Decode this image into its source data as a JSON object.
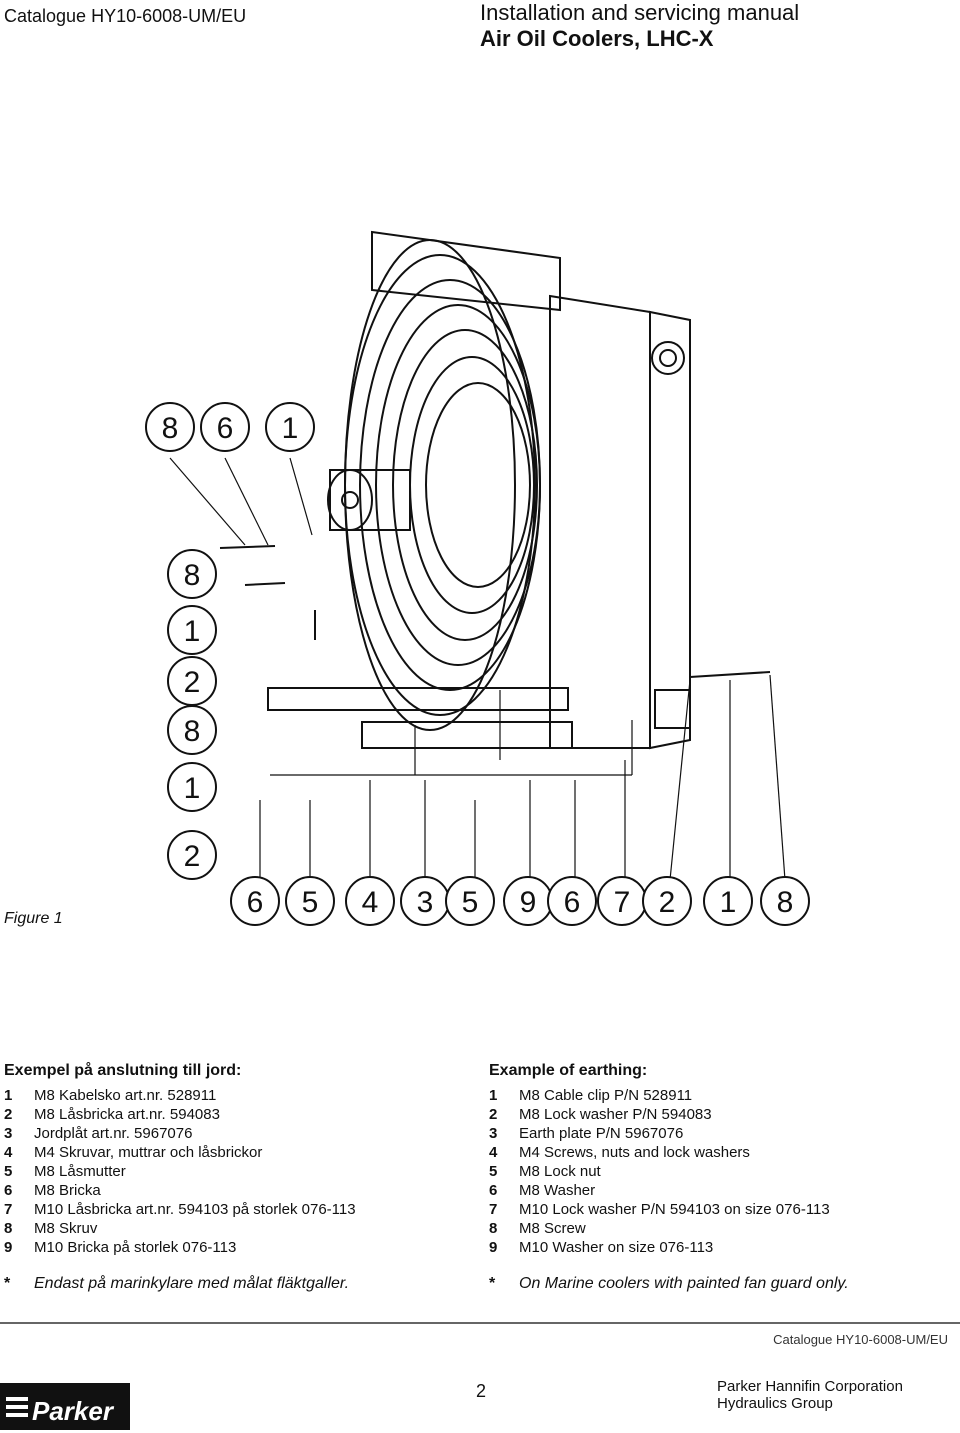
{
  "header": {
    "catalogue": "Catalogue HY10-6008-UM/EU",
    "manual_title": "Installation and servicing manual",
    "product": "Air Oil Coolers, LHC-X"
  },
  "figure": {
    "caption": "Figure 1",
    "left_callouts": [
      "8",
      "6",
      "1"
    ],
    "side_callouts": [
      "8",
      "1",
      "2",
      "8",
      "1",
      "2"
    ],
    "bottom_callouts": [
      "6",
      "5",
      "4",
      "3",
      "5",
      "9",
      "6",
      "7",
      "2",
      "1",
      "8"
    ]
  },
  "swedish": {
    "heading": "Exempel på anslutning till jord:",
    "items": [
      {
        "num": "1",
        "text": "M8 Kabelsko art.nr. 528911"
      },
      {
        "num": "2",
        "text": "M8 Låsbricka art.nr. 594083"
      },
      {
        "num": "3",
        "text": "Jordplåt art.nr. 5967076"
      },
      {
        "num": "4",
        "text": "M4 Skruvar, muttrar och låsbrickor"
      },
      {
        "num": "5",
        "text": "M8 Låsmutter"
      },
      {
        "num": "6",
        "text": "M8 Bricka"
      },
      {
        "num": "7",
        "text": "M10 Låsbricka art.nr. 594103 på storlek 076-113"
      },
      {
        "num": "8",
        "text": "M8 Skruv"
      },
      {
        "num": "9",
        "text": "M10 Bricka på storlek 076-113"
      }
    ],
    "note_star": "*",
    "note": "Endast på marinkylare med målat fläktgaller."
  },
  "english": {
    "heading": "Example of earthing:",
    "items": [
      {
        "num": "1",
        "text": "M8 Cable clip P/N 528911"
      },
      {
        "num": "2",
        "text": "M8 Lock washer P/N 594083"
      },
      {
        "num": "3",
        "text": "Earth plate P/N 5967076"
      },
      {
        "num": "4",
        "text": "M4 Screws, nuts and lock washers"
      },
      {
        "num": "5",
        "text": "M8 Lock nut"
      },
      {
        "num": "6",
        "text": "M8 Washer"
      },
      {
        "num": "7",
        "text": "M10 Lock washer P/N 594103 on size 076-113"
      },
      {
        "num": "8",
        "text": "M8 Screw"
      },
      {
        "num": "9",
        "text": "M10 Washer on size 076-113"
      }
    ],
    "note_star": "*",
    "note": "On Marine coolers with painted fan guard only."
  },
  "footer": {
    "catalogue": "Catalogue HY10-6008-UM/EU",
    "page": "2",
    "company": "Parker Hannifin Corporation",
    "division": "Hydraulics Group",
    "logo_text": "Parker"
  }
}
